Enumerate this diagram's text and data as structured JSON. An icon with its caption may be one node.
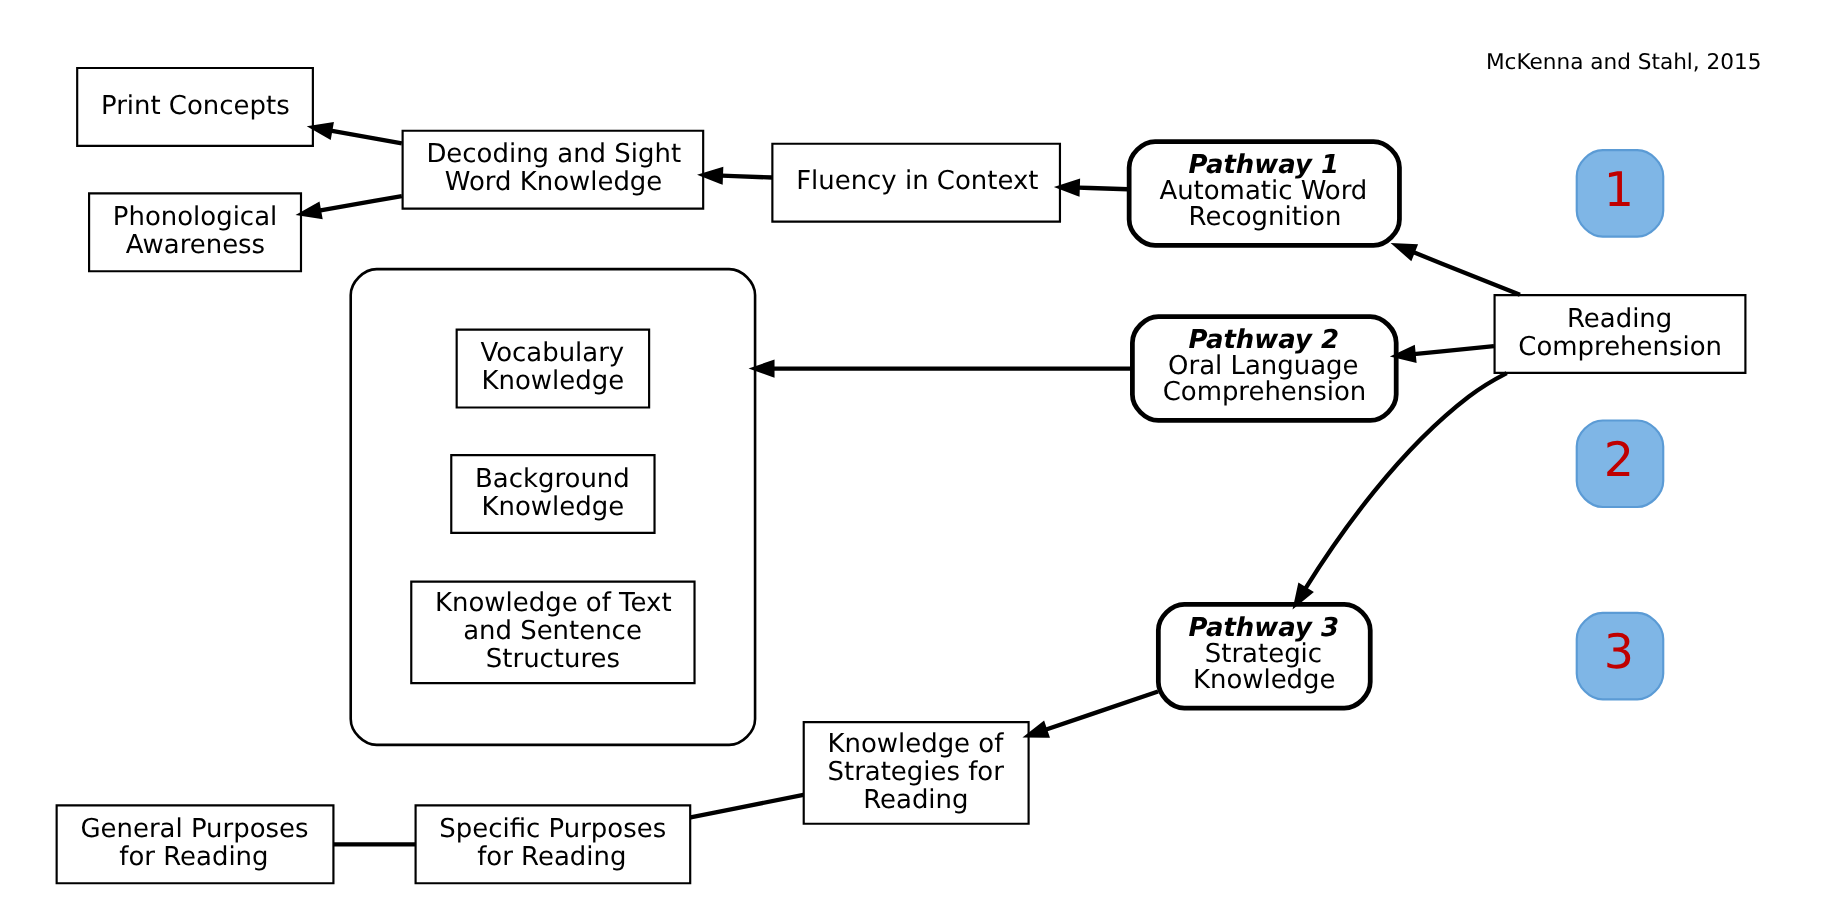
{
  "diagram": {
    "nodes": [
      {
        "text": [
          "Phonological Awareness"
        ]
      },
      {
        "text": [
          "Print Concepts"
        ]
      },
      {
        "text": [
          "Decoding and Sight Word Knowledge"
        ]
      },
      {
        "text": [
          "Fluency in Context"
        ]
      },
      {
        "text": [
          "Pathway 1",
          "Automatic Word Recognition"
        ]
      },
      {
        "text": [
          "1"
        ]
      },
      {
        "text": [
          "2"
        ]
      },
      {
        "text": [],
        "shape": "box"
      },
      {
        "text": [
          "Vocabulary Knowledge"
        ],
        "in": 7
      },
      {
        "text": [
          "Background Knowledge"
        ],
        "in": 7
      },
      {
        "text": [
          "Knowledge of Text and Sentence Structures"
        ],
        "in": 7
      },
      {
        "text": [
          "Pathway 2",
          "Oral Language Comprehension"
        ]
      },
      {
        "text": [
          "Reading Comprehension"
        ]
      },
      {
        "text": [
          "General Purposes for Reading"
        ]
      },
      {
        "text": [
          "Specific Purposes for Reading"
        ]
      },
      {
        "text": [
          "Knowledge of Strategies for Reading"
        ]
      },
      {
        "text": [
          "Pathway 3",
          "Strategic Knowledge"
        ]
      },
      {
        "text": [
          "3"
        ]
      }
    ],
    "edges": [
      {
        "from": 2,
        "to": 0,
        "arrow": "to"
      },
      {
        "from": 2,
        "to": 1,
        "arrow": "to"
      },
      {
        "from": 3,
        "to": 2,
        "arrow": "to"
      },
      {
        "from": 4,
        "to": 3,
        "arrow": "to"
      },
      {
        "from": 12,
        "to": 4,
        "arrow": "to"
      },
      {
        "from": 12,
        "to": 11,
        "arrow": "to"
      },
      {
        "from": 12,
        "to": 16,
        "arrow": "to"
      },
      {
        "from": 11,
        "to": 7,
        "arrow": "to"
      },
      {
        "from": 16,
        "to": 15,
        "arrow": "to"
      },
      {
        "from": 15,
        "to": 14,
        "arrow": "none"
      },
      {
        "from": 14,
        "to": 13,
        "arrow": "none"
      }
    ],
    "labels": [
      "McKenna and Stahl, 2015"
    ]
  }
}
